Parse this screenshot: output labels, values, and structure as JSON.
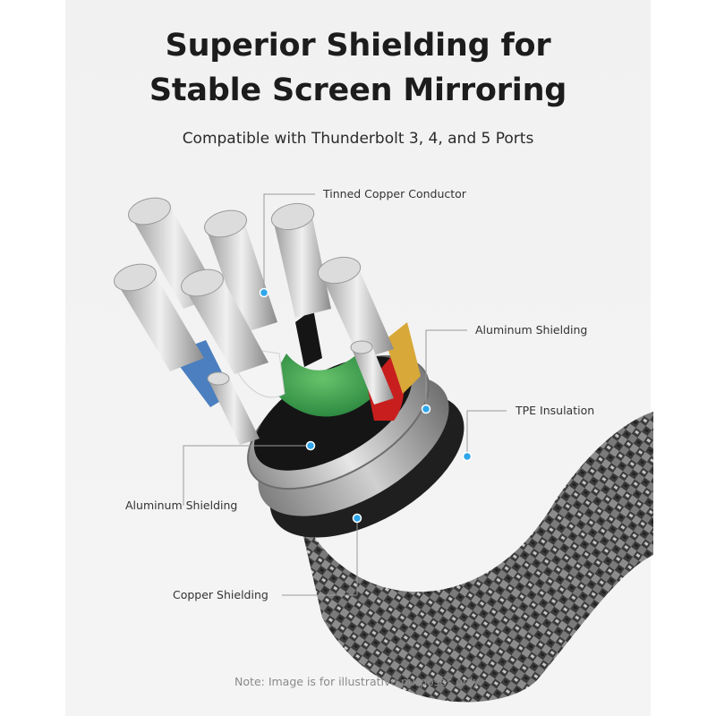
{
  "headline": {
    "line1": "Superior Shielding for",
    "line2": "Stable Screen Mirroring"
  },
  "subtitle": "Compatible with Thunderbolt 3, 4, and 5 Ports",
  "callouts": {
    "tinned_copper_conductor": "Tinned Copper Conductor",
    "aluminum_shielding_right": "Aluminum Shielding",
    "tpe_insulation": "TPE Insulation",
    "aluminum_shielding_left": "Aluminum Shielding",
    "copper_shielding": "Copper Shielding"
  },
  "note": "Note: Image is for illustrative purposes only.",
  "colors": {
    "panel": "#f2f2f2",
    "marker": "#2fa6ea",
    "green_wire": "#3ea648",
    "red_wire": "#c81e1e",
    "blue_wire": "#4b7fbf",
    "white_wire": "#f5f5f5",
    "gold_wire": "#d8a838",
    "braid": "#4a4a4a"
  },
  "icons": [
    "cable-illustration",
    "callout-dot"
  ]
}
